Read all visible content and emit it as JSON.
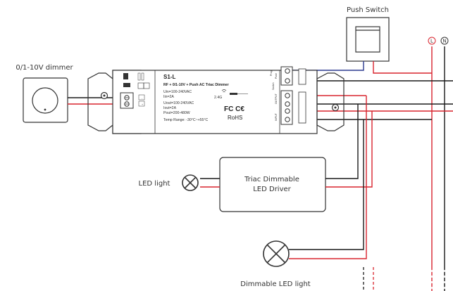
{
  "labels": {
    "push_switch": "Push Switch",
    "dimmer": "0/1-10V dimmer",
    "led_light": "LED light",
    "triac_driver_line1": "Triac Dimmable",
    "triac_driver_line2": "LED Driver",
    "dimmable_led_light": "Dimmable LED light",
    "live": "L",
    "neutral": "N"
  },
  "controller": {
    "model": "S1-L",
    "description": "RF + 0/1-10V + Push AC Triac Dimmer",
    "specs_in": [
      "Uin=100-240VAC",
      "Iin=2A"
    ],
    "specs_out": [
      "Uout=100-240VAC",
      "Iout=2A",
      "Pout=200-480W"
    ],
    "temp": "Temp Range: -30°C~+55°C",
    "rf": "2.4G",
    "fcc_ce": "FC C€",
    "rohs": "RoHS",
    "terminal_in_minus": "-",
    "terminal_in_plus": "+",
    "terminal_push": "Push",
    "terminal_output": "OUTPUT",
    "terminal_input": "INPUT",
    "label_prog": "Prog.",
    "label_switch": "Switch"
  },
  "colors": {
    "live_wire": "#d9232d",
    "signal_wire": "#2b3a8f",
    "neutral_wire": "#1a1a1a"
  }
}
